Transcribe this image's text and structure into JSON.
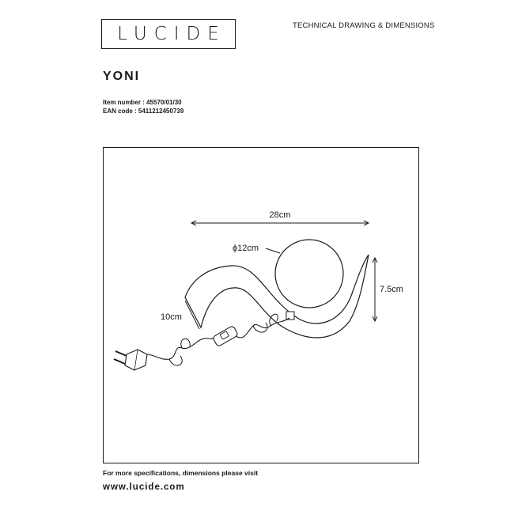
{
  "brand": {
    "logo_text": "LUCIDE"
  },
  "header": {
    "title": "TECHNICAL DRAWING & DIMENSIONS"
  },
  "product": {
    "name": "YONI",
    "item_number": "Item number : 45570/01/30",
    "ean_code": "EAN code : 5411212450739"
  },
  "dimensions": {
    "width": "28cm",
    "globe_diameter": "ϕ12cm",
    "height": "7.5cm",
    "depth": "10cm"
  },
  "footer": {
    "note": "For more specifications, dimensions please visit",
    "url": "www.lucide.com"
  }
}
